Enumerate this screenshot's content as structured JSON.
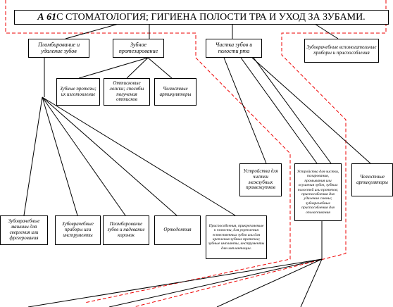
{
  "title": {
    "code": "А 61",
    "text": "С СТОМАТОЛОГИЯ; ГИГИЕНА ПОЛОСТИ ТРА И УХОД ЗА ЗУБАМИ."
  },
  "nodes": {
    "filling": "Пломбирование и удаление зубов",
    "prosthetics": "Зубное протезирование",
    "cleaning": "Чистка зубов и полости рта",
    "aux_devices": "Зубоврачебные вспомогательные приборы и приспособления",
    "dentures": "Зубные протезы; их изготовление",
    "impression": "Оттисковые ложки; способы получения оттисков",
    "articulators_1": "Челюстные артикуляторы",
    "interdental": "Устройства для чистки межзубных промежутков",
    "cleaning_devices": "Устройства для чистки, полирования, промывания или осушения зубов, зубных полостей или протезов; приспособления для удаления слюны; зубоврачебные приспособления для ополаскивания",
    "articulators_2": "Челюстные артикуляторы",
    "machines": "Зубоврачебные машины для сверления или фрезерования",
    "instruments": "Зубоврачебные приборы или инструменты",
    "crowns": "Пломбирование зубов и надевание коронок",
    "orthodontics": "Ортодонтия",
    "implants": "Приспособления, прикрепляемые к челюсти, для укрепления естественных зубов или для крепления зубных протезов; зубные импланты, инструменты для имплантации."
  }
}
